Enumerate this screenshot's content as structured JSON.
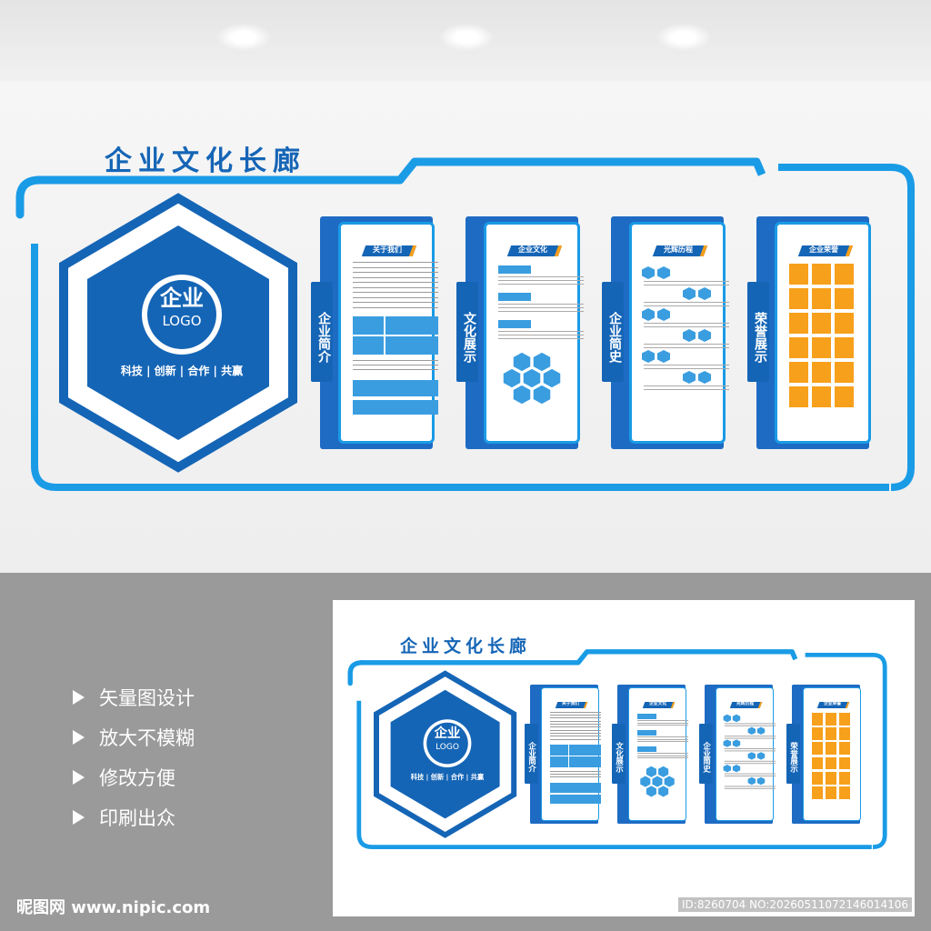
{
  "title": "企业文化长廊",
  "logo": {
    "main": "企业",
    "sub": "LOGO",
    "slogan": "科技 | 创新 | 合作 | 共赢"
  },
  "panels": [
    {
      "tab_label": "关于我们",
      "side_label": "企业简介",
      "content": "text-blocks"
    },
    {
      "tab_label": "企业文化",
      "side_label": "文化展示",
      "content": "bars-hexagons"
    },
    {
      "tab_label": "光辉历程",
      "side_label": "企业简史",
      "content": "timeline"
    },
    {
      "tab_label": "企业荣誉",
      "side_label": "荣誉展示",
      "content": "honor-grid"
    }
  ],
  "features": [
    "矢量图设计",
    "放大不模糊",
    "修改方便",
    "印刷出众"
  ],
  "watermark": {
    "brand": "昵图网 www.nipic.com",
    "id": "ID:8260704 NO:20260511072146014106"
  },
  "colors": {
    "primary": "#1565b6",
    "light_blue": "#1a9be6",
    "accent_orange": "#f7a01c",
    "panel_dark": "#1e6bc4"
  }
}
